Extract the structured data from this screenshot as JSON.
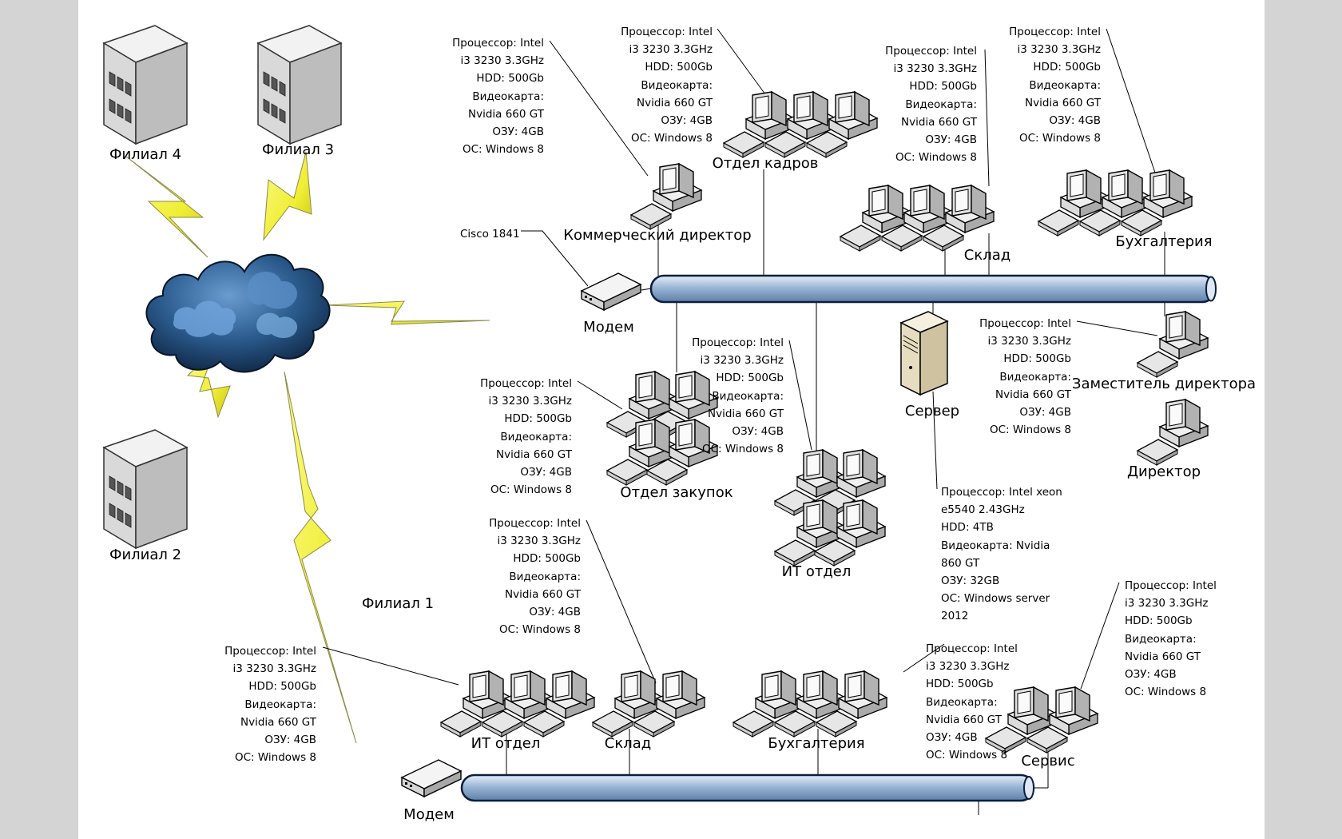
{
  "branches": {
    "b4": "Филиал 4",
    "b3": "Филиал 3",
    "b2": "Филиал 2",
    "b1": "Филиал 1"
  },
  "top": {
    "router": "Cisco 1841",
    "modem": "Модем",
    "commercial": "Коммерческий директор",
    "hr": "Отдел кадров",
    "warehouse": "Склад",
    "accounting": "Бухгалтерия",
    "deputy": "Заместитель директора",
    "director": "Директор",
    "server": "Сервер",
    "purchasing": "Отдел закупок",
    "it": "ИТ отдел"
  },
  "bottom": {
    "modem": "Модем",
    "it": "ИТ отдел",
    "warehouse": "Склад",
    "accounting": "Бухгалтерия",
    "service": "Сервис"
  },
  "spec_pc": [
    "Процессор: Intel",
    "i3 3230 3.3GHz",
    "HDD: 500Gb",
    "Видеокарта:",
    "Nvidia 660 GT",
    "ОЗУ: 4GB",
    "ОС: Windows 8"
  ],
  "spec_server": [
    "Процессор: Intel xeon",
    "e5540 2.43GHz",
    "HDD: 4TB",
    "Видеокарта: Nvidia",
    "860 GT",
    "ОЗУ: 32GB",
    "ОС: Windows server",
    "2012"
  ],
  "colors": {
    "bus_fill": "#a9c1dc",
    "bus_stroke": "#0a1f3d",
    "lightning": "#f3f03a",
    "cloud": "#1e4a78"
  }
}
